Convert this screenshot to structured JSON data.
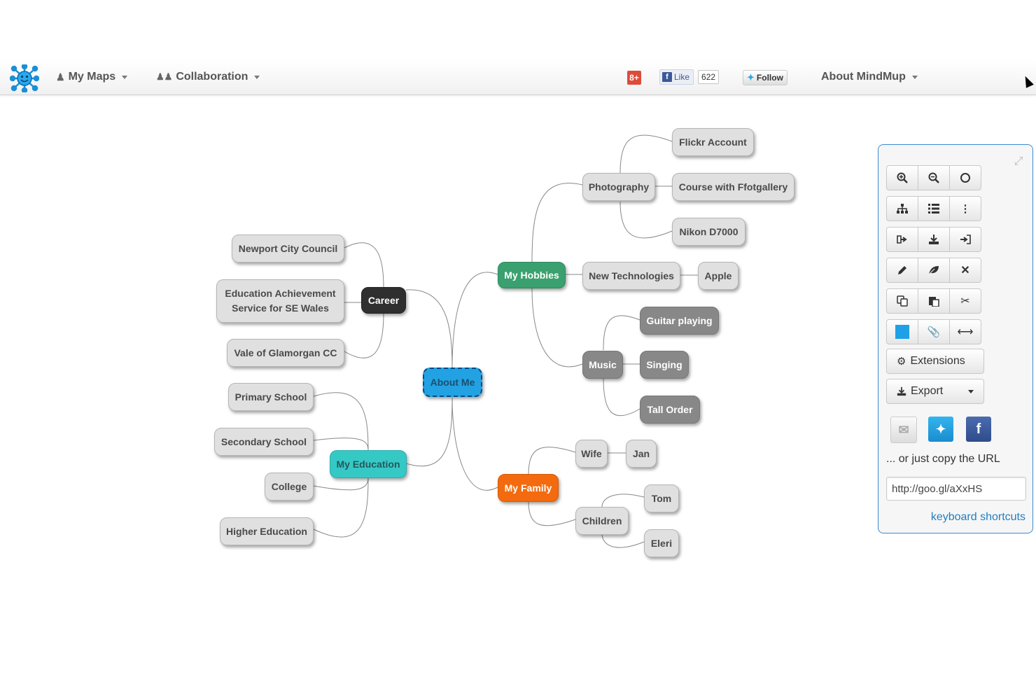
{
  "navbar": {
    "my_maps": "My Maps",
    "collaboration": "Collaboration",
    "gplus": "8+",
    "fb_like": "Like",
    "fb_count": "622",
    "tw_follow": "Follow",
    "about": "About MindMup"
  },
  "map": {
    "root": "About Me",
    "career": {
      "label": "Career",
      "children": [
        "Newport City Council",
        "Education Achievement Service for SE Wales",
        "Vale of Glamorgan CC"
      ]
    },
    "education": {
      "label": "My Education",
      "children": [
        "Primary School",
        "Secondary School",
        "College",
        "Higher Education"
      ]
    },
    "hobbies": {
      "label": "My Hobbies",
      "photography": {
        "label": "Photography",
        "children": [
          "Flickr Account",
          "Course with Ffotgallery",
          "Nikon D7000"
        ]
      },
      "new_tech": {
        "label": "New Technologies",
        "children": [
          "Apple"
        ]
      },
      "music": {
        "label": "Music",
        "children": [
          "Guitar playing",
          "Singing",
          "Tall Order"
        ]
      }
    },
    "family": {
      "label": "My Family",
      "wife": {
        "label": "Wife",
        "children": [
          "Jan"
        ]
      },
      "children_node": {
        "label": "Children",
        "children": [
          "Tom",
          "Eleri"
        ]
      }
    }
  },
  "panel": {
    "extensions": "Extensions",
    "export": "Export",
    "copy_text": "... or just copy the URL",
    "url": "http://goo.gl/aXxHS",
    "keyboard_shortcuts": "keyboard shortcuts",
    "color_swatch": "#1ea1e6"
  },
  "colors": {
    "root": "#22a2e3",
    "career": "#2f2f2f",
    "hobbies": "#3aa06f",
    "education": "#35c9c6",
    "family": "#f36b0e",
    "music": "#888888",
    "panel_border": "#3a8ccf"
  }
}
